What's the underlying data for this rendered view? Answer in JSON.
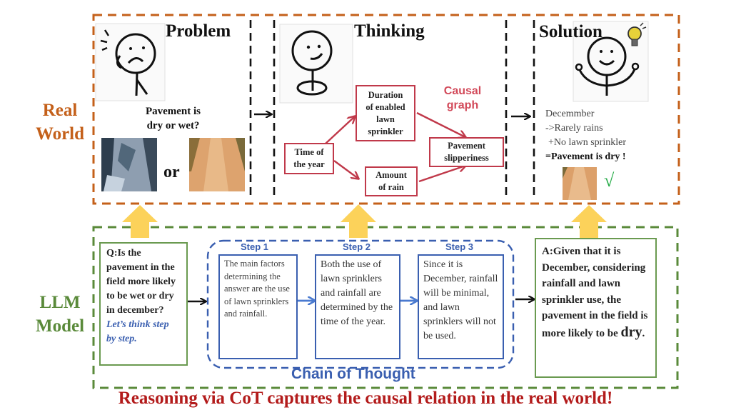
{
  "colors": {
    "real_world": "#c4601a",
    "llm_model": "#5a8a3a",
    "causal": "#c0394a",
    "cot": "#3a5fb0",
    "conclusion": "#b31b1b",
    "arrow_up": "#fcd25a",
    "check": "#22aa44"
  },
  "real_world": {
    "label_line1": "Real",
    "label_line2": "World",
    "problem": {
      "title": "Problem",
      "icon": "confused-stick-figure",
      "question_line1": "Pavement is",
      "question_line2": "dry or wet?",
      "or_label": "or",
      "images": [
        "wet-pavement-photo",
        "dry-pavement-photo"
      ]
    },
    "thinking": {
      "title": "Thinking",
      "icon": "thinking-stick-figure",
      "graph_label_line1": "Causal",
      "graph_label_line2": "graph",
      "nodes": {
        "time": "Time of the year",
        "duration_line1": "Duration",
        "duration_line2": "of enabled",
        "duration_line3": "lawn",
        "duration_line4": "sprinkler",
        "rain_line1": "Amount",
        "rain_line2": "of rain",
        "pavement_line1": "Pavement",
        "pavement_line2": "slipperiness",
        "time_line1": "Time of",
        "time_line2": "the year"
      }
    },
    "solution": {
      "title": "Solution",
      "icon": "happy-stick-figure-lightbulb",
      "line1": "Decemmber",
      "line2": "->Rarely rains",
      "line3": "+No lawn sprinkler",
      "line4": "=Pavement is dry !",
      "check": "√"
    }
  },
  "llm_model": {
    "label_line1": "LLM",
    "label_line2": "Model",
    "question": "Q:Is the pavement in the field more likely to be wet or dry in december?",
    "prompt": "Let’s think step by step.",
    "cot_label": "Chain of Thought",
    "steps": [
      {
        "label": "Step 1",
        "text": "The main factors determining the answer   are the use of lawn sprinklers and rainfall."
      },
      {
        "label": "Step 2",
        "text": "Both the use of lawn sprinklers and rainfall are determined by the time of the year."
      },
      {
        "label": "Step 3",
        "text": "Since it is December, rainfall will be minimal, and lawn sprinklers will not be used."
      }
    ],
    "answer_prefix": "A:Given that it is December, considering rainfall and lawn sprinkler use, the pavement in the field is more likely to be ",
    "answer_key": "dry",
    "answer_suffix": "."
  },
  "conclusion": "Reasoning via CoT captures the causal relation in the real world!"
}
